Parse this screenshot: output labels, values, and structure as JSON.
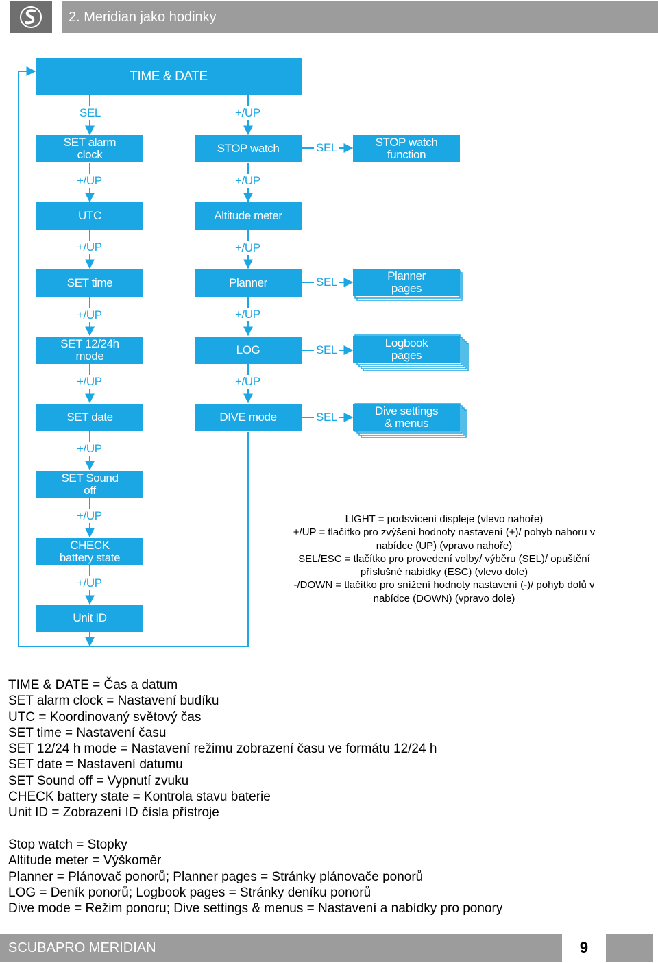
{
  "header": {
    "logo_text": "SCUBAPRO",
    "title": "2. Meridian jako hodinky"
  },
  "diagram": {
    "top": "TIME  & DATE",
    "left_column": [
      "SET alarm\nclock",
      "UTC",
      "SET time",
      "SET 12/24h\nmode",
      "SET date",
      "SET Sound\noff",
      "CHECK\nbattery state",
      "Unit ID"
    ],
    "middle_column": [
      "STOP watch",
      "Altitude meter",
      "Planner",
      "LOG",
      "DIVE mode"
    ],
    "right_column": [
      "STOP watch\nfunction",
      "Planner\npages",
      "Logbook\npages",
      "Dive settings\n& menus"
    ],
    "labels": {
      "sel": "SEL",
      "up": "+/UP"
    }
  },
  "legend": [
    "LIGHT = podsvícení displeje (vlevo nahoře)",
    "+/UP = tlačítko pro zvýšení hodnoty nastavení (+)/ pohyb nahoru v",
    "nabídce (UP) (vpravo nahoře)",
    "SEL/ESC = tlačítko pro provedení volby/ výběru (SEL)/ opuštění",
    "příslušné nabídky (ESC) (vlevo dole)",
    "-/DOWN = tlačítko pro snížení hodnoty nastavení (-)/ pohyb dolů v",
    "nabídce (DOWN) (vpravo dole)"
  ],
  "glossary1": [
    "TIME & DATE = Čas a datum",
    "SET alarm clock = Nastavení budíku",
    "UTC = Koordinovaný světový čas",
    "SET time = Nastavení času",
    "SET 12/24 h mode = Nastavení režimu zobrazení času ve formátu 12/24 h",
    "SET date = Nastavení datumu",
    "SET Sound off = Vypnutí zvuku",
    "CHECK battery state = Kontrola stavu baterie",
    "Unit ID = Zobrazení ID čísla přístroje"
  ],
  "glossary2": [
    "Stop watch = Stopky",
    "Altitude meter = Výškoměr",
    "Planner = Plánovač ponorů; Planner pages = Stránky plánovače ponorů",
    "LOG = Deník ponorů; Logbook pages = Stránky deníku ponorů",
    "Dive mode = Režim ponoru; Dive settings & menus = Nastavení a nabídky pro ponory"
  ],
  "footer": {
    "title": "SCUBAPRO MERIDIAN",
    "page": "9"
  },
  "colors": {
    "accent": "#1aa7e3",
    "header_gray": "#9c9c9c",
    "logo_gray": "#6f6f6f"
  }
}
